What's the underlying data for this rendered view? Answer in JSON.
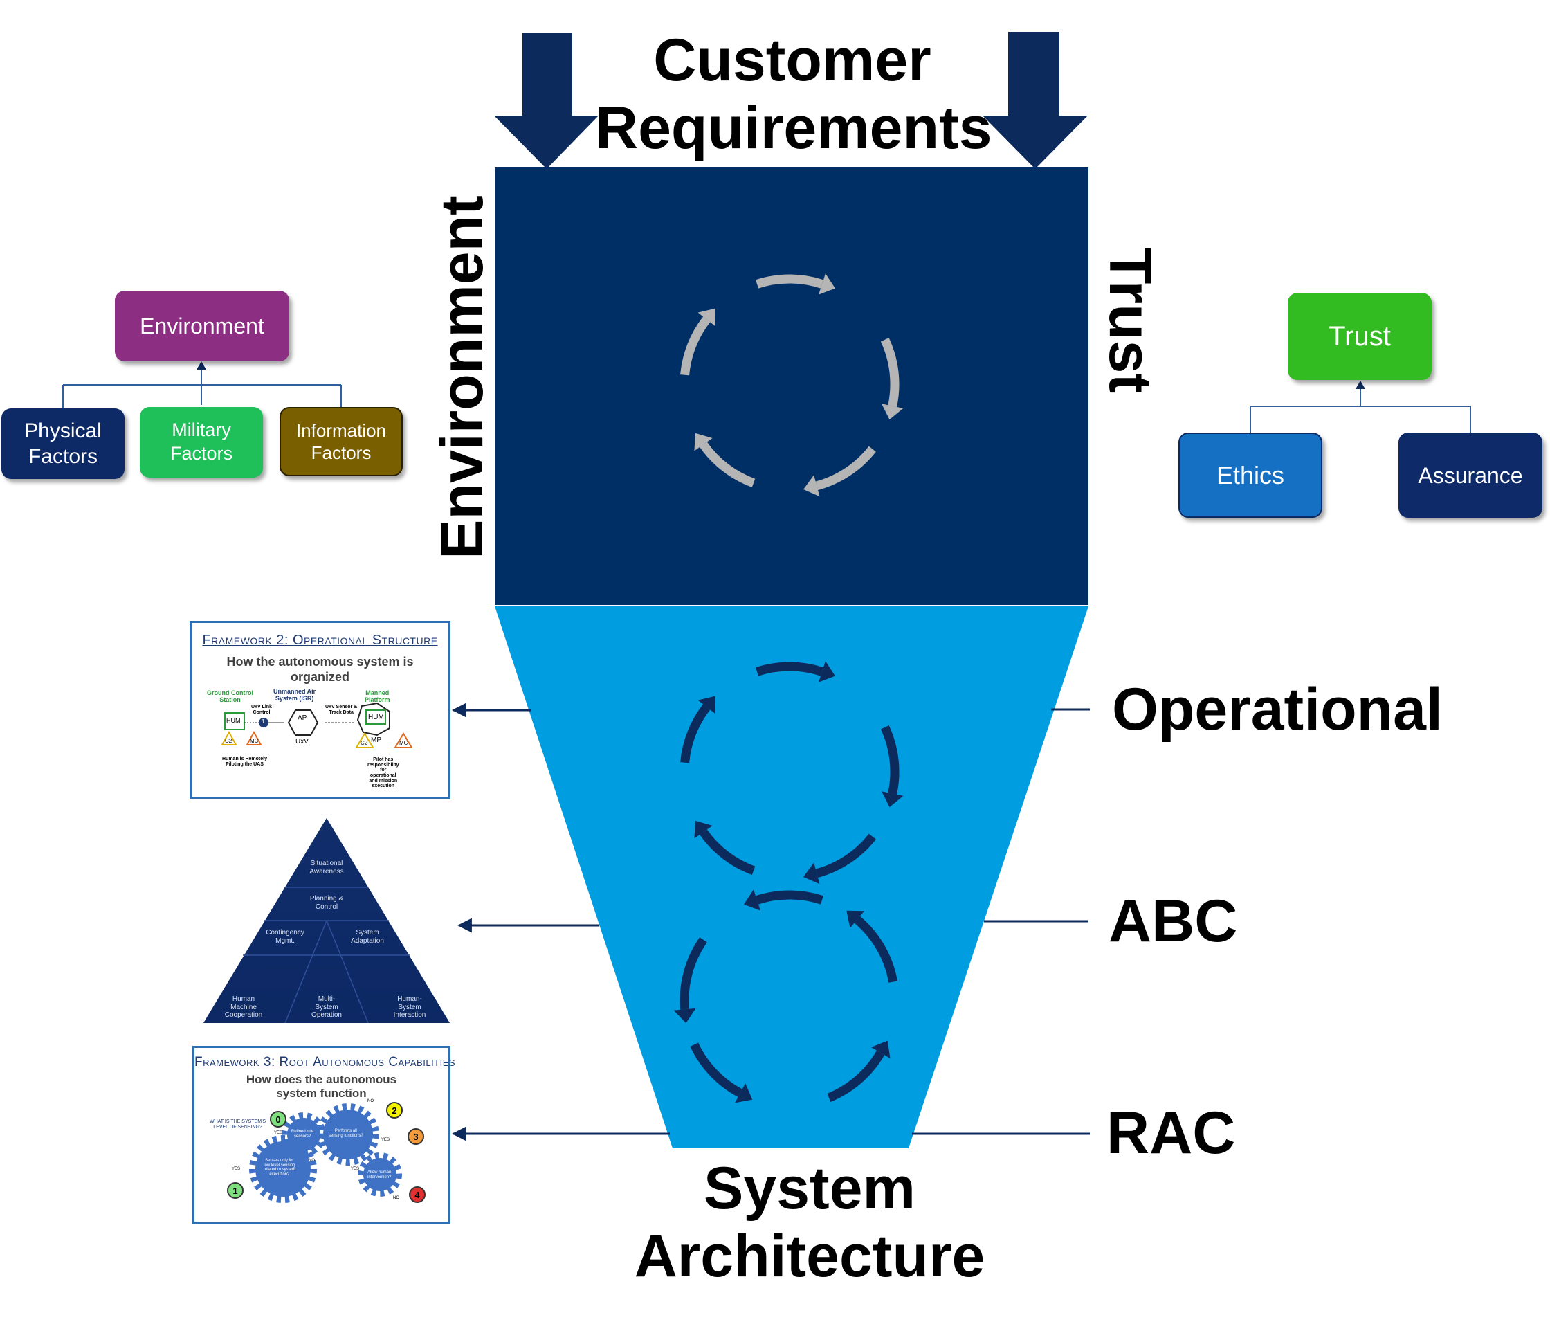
{
  "header": {
    "customer_requirements": [
      "Customer",
      "Requirements"
    ]
  },
  "side_labels": {
    "environment": "Environment",
    "trust": "Trust"
  },
  "layers": {
    "operational": "Operational",
    "abc": "ABC",
    "rac": "RAC"
  },
  "footer": {
    "system_architecture": [
      "System",
      "Architecture"
    ]
  },
  "environment_tree": {
    "root": "Environment",
    "children": [
      {
        "label": [
          "Physical",
          "Factors"
        ],
        "color": "#0e2a66"
      },
      {
        "label": [
          "Military",
          "Factors"
        ],
        "color": "#1fc05a"
      },
      {
        "label": [
          "Information",
          "Factors"
        ],
        "color": "#7a5f00"
      }
    ],
    "root_color": "#8c2f82"
  },
  "trust_tree": {
    "root": "Trust",
    "root_color": "#33bb22",
    "children": [
      {
        "label": "Ethics",
        "color": "#1570c4"
      },
      {
        "label": "Assurance",
        "color": "#0f2a68"
      }
    ]
  },
  "framework2": {
    "title": "Framework 2: Operational Structure",
    "subtitle": [
      "How the autonomous system is",
      "organized"
    ],
    "ground_station": [
      "Ground Control",
      "Station"
    ],
    "uas": [
      "Unmanned Air",
      "System (ISR)"
    ],
    "manned": [
      "Manned",
      "Platform"
    ],
    "link_label": [
      "UxV Link",
      "Control"
    ],
    "sensor_label": [
      "UxV Sensor &",
      "Track Data"
    ],
    "hum": "HUM",
    "ap": "AP",
    "uxv": "UxV",
    "c2": "C2",
    "mc": "MC",
    "mp": "MP",
    "node1": "1",
    "note_left": [
      "Human is Remotely",
      "Piloting the UAS"
    ],
    "note_right": [
      "Pilot has",
      "responsibility",
      "for",
      "operational",
      "and mission",
      "execution"
    ]
  },
  "pyramid": {
    "top": [
      "Situational",
      "Awareness"
    ],
    "mid": [
      "Planning &",
      "Control"
    ],
    "left2": [
      "Contingency",
      "Mgmt."
    ],
    "right2": [
      "System",
      "Adaptation"
    ],
    "b1": [
      "Human",
      "Machine",
      "Cooperation"
    ],
    "b2": [
      "Multi-",
      "System",
      "Operation"
    ],
    "b3": [
      "Human-",
      "System",
      "Interaction"
    ]
  },
  "framework3": {
    "title": "Framework 3: Root Autonomous Capabilities",
    "subtitle": [
      "How does the autonomous",
      "system function"
    ],
    "question": [
      "WHAT IS THE SYSTEM'S",
      "LEVEL OF SENSING?"
    ],
    "gear_a": [
      "Senses only for",
      "low level sensing",
      "related to system",
      "execution?"
    ],
    "gear_b": [
      "Refined rule",
      "sensors?"
    ],
    "gear_c": [
      "Performs all",
      "sensing functions?"
    ],
    "gear_d": [
      "Allow human",
      "intervention?"
    ],
    "yes": "YES",
    "no": "NO",
    "levels": [
      {
        "n": "0",
        "color": "#7fe07f"
      },
      {
        "n": "1",
        "color": "#7fe07f"
      },
      {
        "n": "2",
        "color": "#f3f300"
      },
      {
        "n": "3",
        "color": "#f39a3a"
      },
      {
        "n": "4",
        "color": "#e23030"
      }
    ]
  },
  "colors": {
    "navy": "#002f66",
    "cyan": "#009de0",
    "arrow_light": "#b5b5b5",
    "arrow_dark": "#0d2a5c"
  }
}
